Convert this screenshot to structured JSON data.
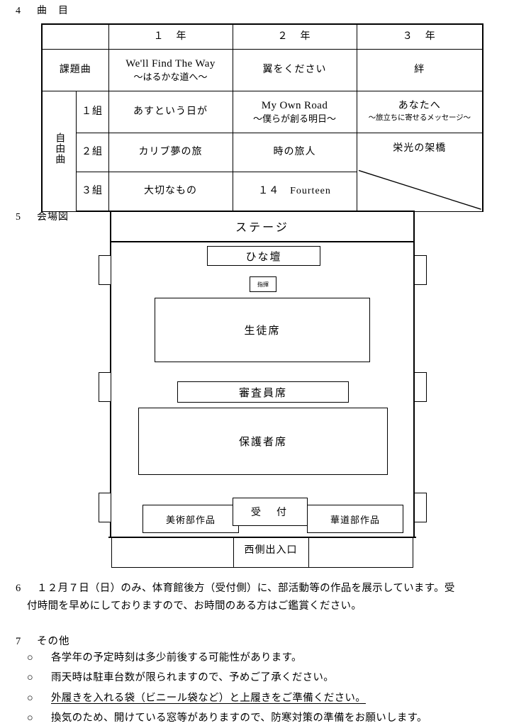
{
  "sections": {
    "songs": {
      "number": "4",
      "title": "曲　目"
    },
    "venue": {
      "number": "5",
      "title": "会場図"
    }
  },
  "song_table": {
    "headers": {
      "corner": "",
      "kumi": "",
      "year1": "１　年",
      "year2": "２　年",
      "year3": "３　年"
    },
    "rows": [
      {
        "label": "課題曲",
        "kumi": "",
        "year1_main": "We'll Find The Way",
        "year1_sub": "～はるかな道へ～",
        "year2_main": "翼をください",
        "year2_sub": "",
        "year3_main": "絆",
        "year3_sub": ""
      },
      {
        "label": "自由曲",
        "kumi": "１組",
        "year1_main": "あすという日が",
        "year1_sub": "",
        "year2_main": "My Own Road",
        "year2_sub": "～僕らが創る明日～",
        "year3_main": "あなたへ",
        "year3_sub": "～旅立ちに寄せるメッセージ～"
      },
      {
        "label": "",
        "kumi": "２組",
        "year1_main": "カリブ夢の旅",
        "year1_sub": "",
        "year2_main": "時の旅人",
        "year2_sub": "",
        "year3_main": "栄光の架橋",
        "year3_sub": ""
      },
      {
        "label": "",
        "kumi": "３組",
        "year1_main": "大切なもの",
        "year1_sub": "",
        "year2_main": "１４　Fourteen",
        "year2_sub": "",
        "year3_main": "",
        "year3_sub": ""
      }
    ]
  },
  "venue_map": {
    "stage": "ステージ",
    "hinadan": "ひな壇",
    "shiki": "指揮",
    "student_seats": "生徒席",
    "judge_seats": "審査員席",
    "guardian_seats": "保護者席",
    "art_club": "美術部作品",
    "reception": "受　付",
    "flower_club": "華道部作品",
    "west_entrance": "西側出入口"
  },
  "note6": {
    "number": "6",
    "line1": "１２月７日（日）のみ、体育館後方（受付側）に、部活動等の作品を展示しています。受",
    "line2": "付時間を早めにしておりますので、お時間のある方はご鑑賞ください。"
  },
  "note7": {
    "number": "7",
    "title": "その他",
    "bullet": "○",
    "items": [
      {
        "text": "各学年の予定時刻は多少前後する可能性があります。",
        "underline": false
      },
      {
        "text": "雨天時は駐車台数が限られますので、予めご了承ください。",
        "underline": false
      },
      {
        "text": "外履きを入れる袋（ビニール袋など）と上履きをご準備ください。",
        "underline": true
      },
      {
        "text": "換気のため、開けている窓等がありますので、防寒対策の準備をお願いします。",
        "underline": false
      }
    ]
  }
}
